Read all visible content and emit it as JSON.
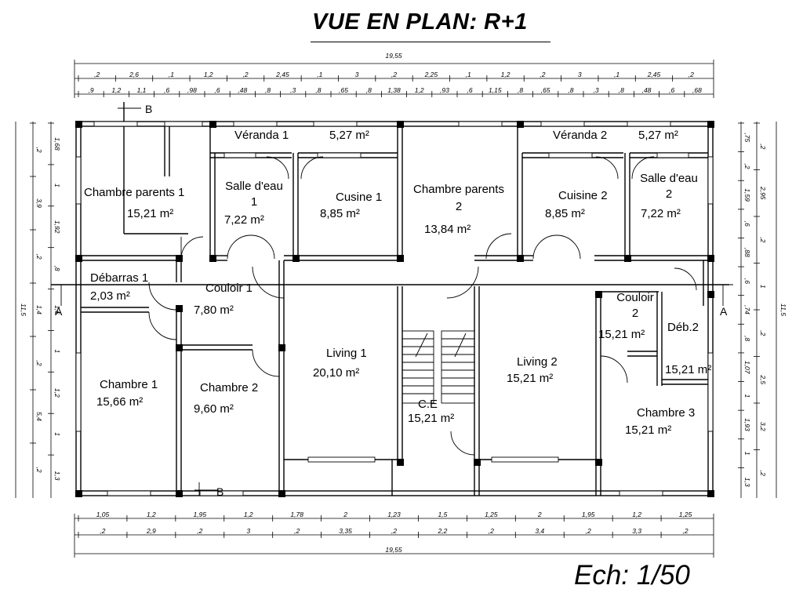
{
  "title": "VUE EN PLAN: R+1",
  "scale": "Ech: 1/50",
  "section_marks": [
    "A",
    "A",
    "B",
    "B"
  ],
  "rooms": [
    {
      "name": "Chambre parents 1",
      "area": "15,21 m²"
    },
    {
      "name": "Véranda 1",
      "area": "5,27 m²"
    },
    {
      "name": "Salle d'eau 1",
      "area": "7,22 m²"
    },
    {
      "name": "Cusine 1",
      "area": "8,85 m²"
    },
    {
      "name": "Chambre parents 2",
      "area": "13,84 m²"
    },
    {
      "name": "Véranda 2",
      "area": "5,27 m²"
    },
    {
      "name": "Cuisine 2",
      "area": "8,85 m²"
    },
    {
      "name": "Salle d'eau 2",
      "area": "7,22 m²"
    },
    {
      "name": "Débarras 1",
      "area": "2,03 m²"
    },
    {
      "name": "Couloir 1",
      "area": "7,80 m²"
    },
    {
      "name": "Living 1",
      "area": "20,10 m²"
    },
    {
      "name": "C.E",
      "area": "15,21 m²"
    },
    {
      "name": "Living 2",
      "area": "15,21 m²"
    },
    {
      "name": "Couloir 2",
      "area": "15,21 m²"
    },
    {
      "name": "Déb.2",
      "area": "15,21 m²"
    },
    {
      "name": "Chambre 1",
      "area": "15,66 m²"
    },
    {
      "name": "Chambre 2",
      "area": "9,60 m²"
    },
    {
      "name": "Chambre 3",
      "area": "15,21 m²"
    }
  ],
  "dimensions": {
    "total": "19,55",
    "top_row1": [
      ",2",
      "2,6",
      ",1",
      "1,2",
      ",2",
      "2,45",
      ",1",
      "3",
      ",2",
      "2,25",
      ",1",
      "1,2",
      ",2",
      "3",
      ",1",
      "2,45",
      ",2"
    ],
    "top_row2": [
      ",9",
      "1,2",
      "1,1",
      ",6",
      ",98",
      ",6",
      ",48",
      ",8",
      ",3",
      ",8",
      ",65",
      ",8",
      "1,38",
      "1,2",
      ",93",
      ",6",
      "1,15",
      ",8",
      ",65",
      ",8",
      ",3",
      ",8",
      ",48",
      ",6",
      ",68"
    ],
    "bottom_row1": [
      "1,05",
      "1,2",
      "1,95",
      "1,2",
      "1,78",
      "2",
      "1,23",
      "1,5",
      "1,25",
      "2",
      "1,95",
      "1,2",
      "1,25"
    ],
    "bottom_row2": [
      ",2",
      "2,9",
      ",2",
      "3",
      ",2",
      "3,35",
      ",2",
      "2,2",
      ",2",
      "3,4",
      ",2",
      "3,3",
      ",2"
    ],
    "left_total": "11,5",
    "left_col1": [
      ",2",
      "3,9",
      ",2",
      "1,4",
      ",2",
      "5,4",
      ",2"
    ],
    "left_col2": [
      "1,68",
      "1",
      "1,92",
      ",8",
      "1,6",
      "1",
      "1,2",
      "1",
      "1,3"
    ],
    "right_total": "11,5",
    "right_col1": [
      ",2",
      "2,95",
      ",2",
      "1",
      ",2",
      "2,5",
      "3,2",
      ",2"
    ],
    "right_col2": [
      ",75",
      ",2",
      "1,59",
      ",6",
      ",88",
      ",6",
      ",74",
      ",8",
      "1,07",
      "1",
      "1,93",
      "1",
      "1,3"
    ]
  }
}
